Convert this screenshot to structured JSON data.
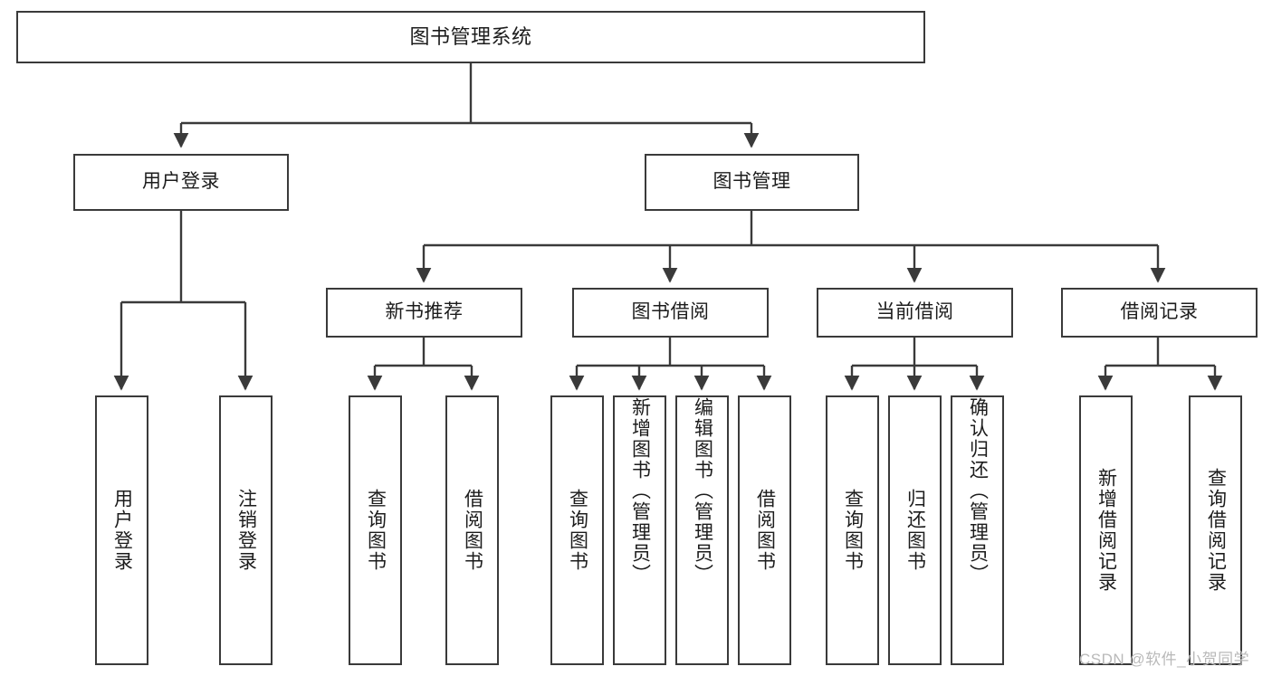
{
  "diagram": {
    "title": "图书管理系统",
    "type": "tree-hierarchy",
    "background": "#ffffff",
    "stroke": "#3a3a3a",
    "text_color": "#1c1c1c",
    "root": {
      "label": "图书管理系统"
    },
    "level2": [
      {
        "label": "用户登录"
      },
      {
        "label": "图书管理"
      }
    ],
    "level3": [
      {
        "label": "新书推荐"
      },
      {
        "label": "图书借阅"
      },
      {
        "label": "当前借阅"
      },
      {
        "label": "借阅记录"
      }
    ],
    "leaves": {
      "user_login": [
        {
          "label": "用户登录"
        },
        {
          "label": "注销登录"
        }
      ],
      "new_book_recommend": [
        {
          "label": "查询图书"
        },
        {
          "label": "借阅图书"
        }
      ],
      "book_borrow": [
        {
          "label": "查询图书"
        },
        {
          "label": "新增图书（管理员）"
        },
        {
          "label": "编辑图书（管理员）"
        },
        {
          "label": "借阅图书"
        }
      ],
      "current_borrow": [
        {
          "label": "查询图书"
        },
        {
          "label": "归还图书"
        },
        {
          "label": "确认归还（管理员）"
        }
      ],
      "borrow_record": [
        {
          "label": "新增借阅记录"
        },
        {
          "label": "查询借阅记录"
        }
      ]
    }
  },
  "watermark": {
    "text": "CSDN @软件_小贺同学"
  }
}
